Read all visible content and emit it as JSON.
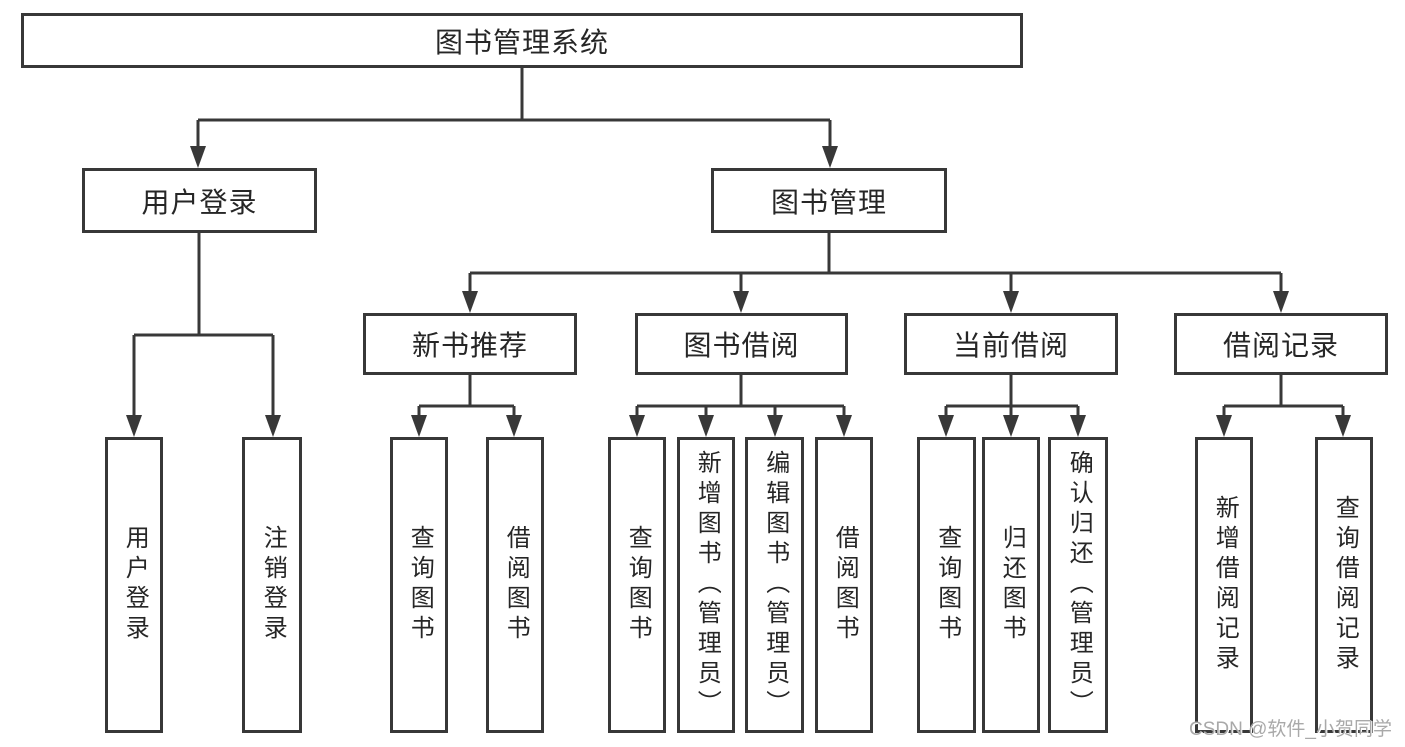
{
  "nodes": {
    "root": "图书管理系统",
    "user_login": "用户登录",
    "book_mgmt": "图书管理",
    "new_book_rec": "新书推荐",
    "book_borrow": "图书借阅",
    "current_borrow": "当前借阅",
    "borrow_record": "借阅记录",
    "leaf_user_login": "用户登录",
    "leaf_logout": "注销登录",
    "leaf_query_books_rec": "查询图书",
    "leaf_borrow_books_rec": "借阅图书",
    "leaf_query_books_borrow": "查询图书",
    "leaf_add_books": "新增图书（管理员）",
    "leaf_edit_books": "编辑图书（管理员）",
    "leaf_borrow_books_borrow": "借阅图书",
    "leaf_query_books_current": "查询图书",
    "leaf_return_books": "归还图书",
    "leaf_confirm_return": "确认归还（管理员）",
    "leaf_add_borrow_record": "新增借阅记录",
    "leaf_query_borrow_record": "查询借阅记录"
  },
  "watermark": "CSDN @软件_小贺同学",
  "colors": {
    "line": "#383838",
    "text": "#262626",
    "background": "#ffffff",
    "watermark": "#a9a9a9"
  }
}
